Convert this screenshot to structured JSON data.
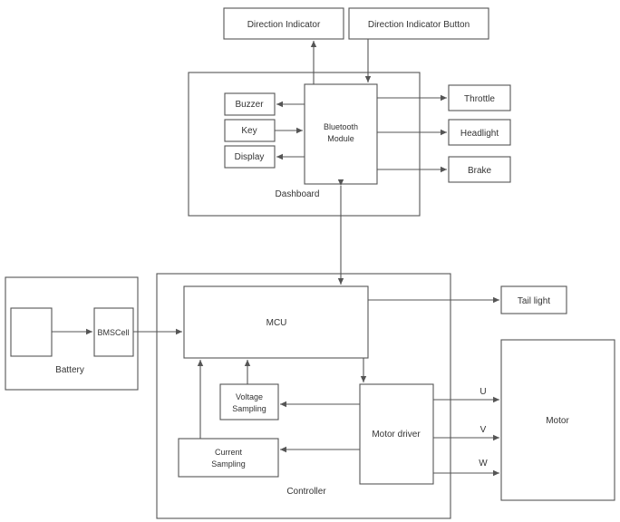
{
  "boxes": {
    "direction_indicator": "Direction Indicator",
    "direction_indicator_button": "Direction Indicator Button",
    "buzzer": "Buzzer",
    "key": "Key",
    "display": "Display",
    "bluetooth_module_line1": "Bluetooth",
    "bluetooth_module_line2": "Module",
    "throttle": "Throttle",
    "headlight": "Headlight",
    "brake": "Brake",
    "bmscell": "BMSCell",
    "mcu": "MCU",
    "tail_light": "Tail light",
    "voltage_sampling_line1": "Voltage",
    "voltage_sampling_line2": "Sampling",
    "current_sampling_line1": "Current",
    "current_sampling_line2": "Sampling",
    "motor_driver": "Motor driver",
    "motor": "Motor"
  },
  "groups": {
    "dashboard": "Dashboard",
    "battery": "Battery",
    "controller": "Controller"
  },
  "phases": {
    "u": "U",
    "v": "V",
    "w": "W"
  }
}
